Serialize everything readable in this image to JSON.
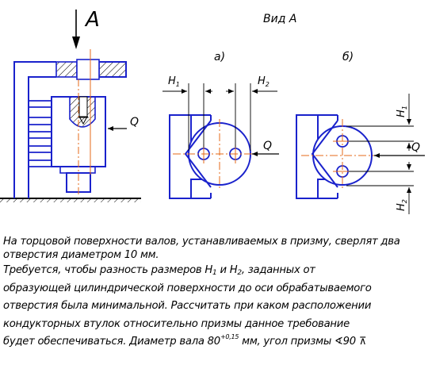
{
  "labels": {
    "view_arrow": "А",
    "view_title": "Вид А",
    "variant_a": "а)",
    "variant_b": "б)",
    "force": "Q",
    "h1_main": "H",
    "h1_sub": "1",
    "h2_main": "H",
    "h2_sub": "2"
  },
  "text": {
    "line1": "На торцовой поверхности валов, устанавливаемых в призму, сверлят два отверстия диаметром 10 мм.",
    "line2_start": "Требуется, чтобы разность размеров H",
    "line2_sub1": "1",
    "line2_mid": " и H",
    "line2_sub2": "2",
    "line2_end": ", заданных от",
    "line3": "образующей цилиндрической поверхности до оси обрабатываемого",
    "line4": "отверстия была минимальной. Рассчитать при каком расположении",
    "line5": "кондукторных втулок относительно призмы данное требование",
    "line6_start": "будет обеспечиваться. Диаметр вала 80",
    "line6_tol": "+0,15",
    "line6_mid": " мм, угол призмы ",
    "line6_angle_icon": "∢",
    "line6_angle": "90 ",
    "line6_symbol": "⊼"
  },
  "colors": {
    "outline": "#1a22cc",
    "centerline": "#e56a1a",
    "dimension": "#000000"
  }
}
